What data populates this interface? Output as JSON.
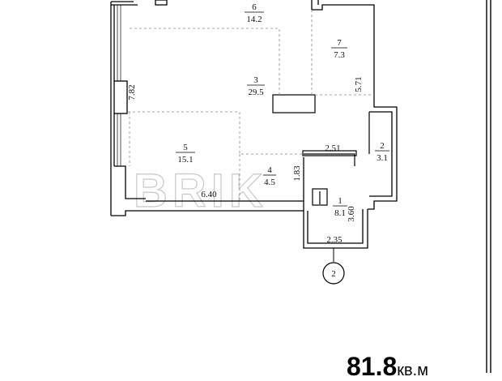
{
  "rooms": [
    {
      "number": "3",
      "area": "29.5"
    },
    {
      "number": "6",
      "area": "14.2"
    },
    {
      "number": "7",
      "area": "7.3"
    },
    {
      "number": "5",
      "area": "15.1"
    },
    {
      "number": "4",
      "area": "4.5"
    },
    {
      "number": "1",
      "area": "8.1"
    },
    {
      "number": "2",
      "area": "3.1"
    }
  ],
  "dimensions": {
    "d_782": "7.82",
    "d_571": "5.71",
    "d_251": "2.51",
    "d_183": "1.83",
    "d_360": "3.60",
    "d_640": "6.40",
    "d_235": "2.35"
  },
  "axis_marker": "2",
  "watermark": "BRIK",
  "total_area": {
    "value": "81.8",
    "unit": "кв.м"
  }
}
